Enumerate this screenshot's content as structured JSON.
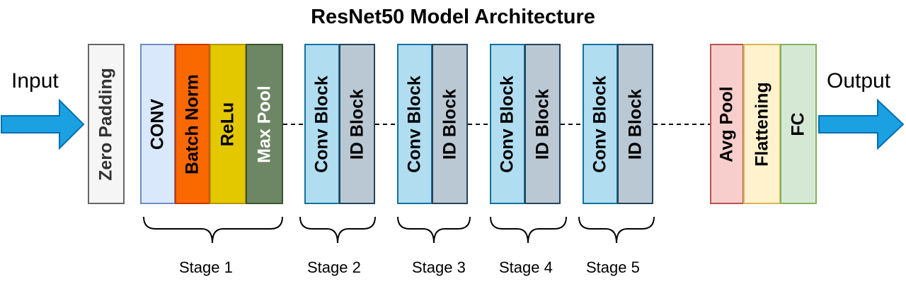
{
  "title": "ResNet50 Model Architecture",
  "input_label": "Input",
  "output_label": "Output",
  "colors": {
    "arrow": "#1ba1e2",
    "arrow_stroke": "#006eaf",
    "zero_padding_fill": "#f5f5f5",
    "zero_padding_stroke": "#666666",
    "conv_fill": "#dae8fc",
    "conv_stroke": "#6c8ebf",
    "batchnorm_fill": "#fa6800",
    "batchnorm_stroke": "#c73500",
    "relu_fill": "#e3c800",
    "relu_stroke": "#b09500",
    "maxpool_fill": "#6d8764",
    "maxpool_stroke": "#3a5431",
    "convblock_fill": "#b1ddf0",
    "convblock_stroke": "#10739e",
    "idblock_fill": "#bac8d3",
    "idblock_stroke": "#23445d",
    "avgpool_fill": "#f8cecc",
    "avgpool_stroke": "#b85450",
    "flatten_fill": "#fff2cc",
    "flatten_stroke": "#d6b656",
    "fc_fill": "#d5e8d4",
    "fc_stroke": "#82b366"
  },
  "blocks": {
    "zero_padding": "Zero  Padding",
    "conv": "CONV",
    "batch_norm": "Batch Norm",
    "relu": "ReLu",
    "max_pool": "Max Pool",
    "conv_block": "Conv Block",
    "id_block": "ID Block",
    "avg_pool": "Avg Pool",
    "flattening": "Flattening",
    "fc": "FC"
  },
  "stages": [
    "Stage 1",
    "Stage 2",
    "Stage 3",
    "Stage 4",
    "Stage 5"
  ]
}
